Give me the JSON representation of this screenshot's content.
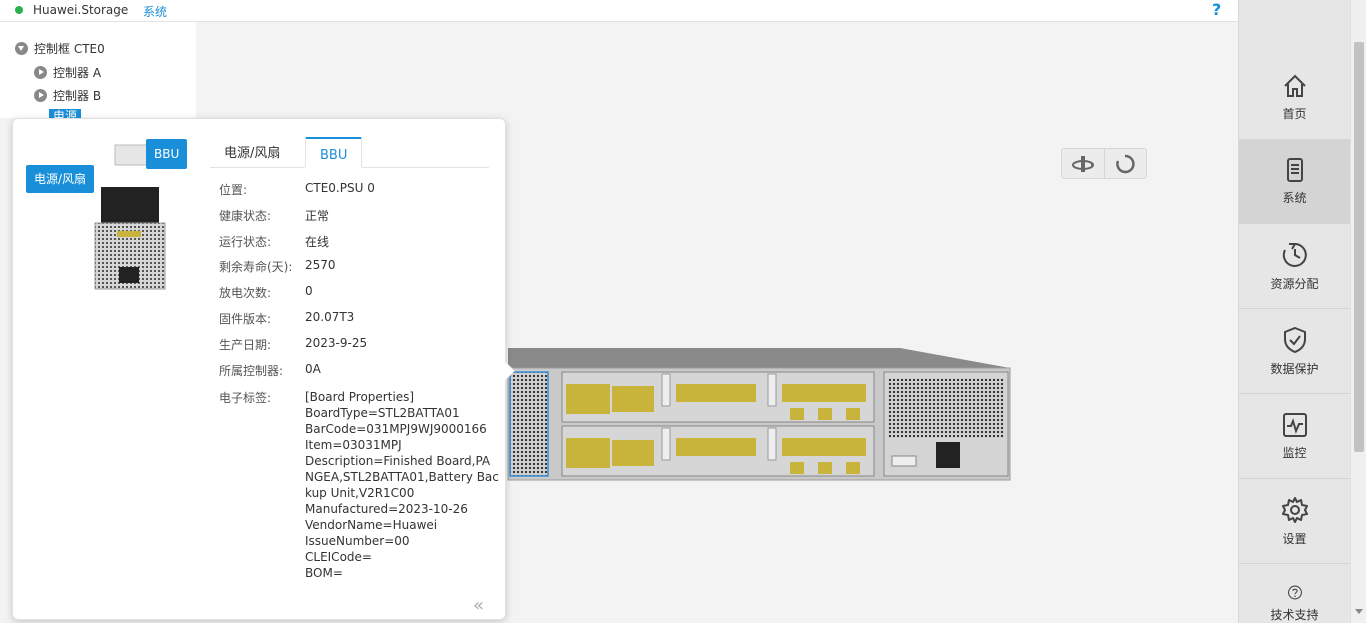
{
  "breadcrumb": {
    "root": "Huawei.Storage",
    "separator": "›",
    "current": "系统"
  },
  "help": {
    "glyph": "?"
  },
  "tree": {
    "root": "控制框 CTE0",
    "children": [
      "控制器 A",
      "控制器 B"
    ],
    "selected": "电源"
  },
  "popup": {
    "callouts": {
      "bbu": "BBU",
      "psu": "电源/风扇"
    },
    "tabs": [
      {
        "label": "电源/风扇",
        "active": false
      },
      {
        "label": "BBU",
        "active": true
      }
    ],
    "properties": [
      {
        "key": "位置:",
        "value": "CTE0.PSU 0"
      },
      {
        "key": "健康状态:",
        "value": "正常"
      },
      {
        "key": "运行状态:",
        "value": "在线"
      },
      {
        "key": "剩余寿命(天):",
        "value": "2570"
      },
      {
        "key": "放电次数:",
        "value": "0"
      },
      {
        "key": "固件版本:",
        "value": "20.07T3"
      },
      {
        "key": "生产日期:",
        "value": "2023-9-25"
      },
      {
        "key": "所属控制器:",
        "value": "0A"
      }
    ],
    "label_key": "电子标签:",
    "label_lines": [
      "[Board Properties]",
      "BoardType=STL2BATTA01",
      "BarCode=031MPJ9WJ9000166",
      "Item=03031MPJ",
      "Description=Finished Board,PA",
      "NGEA,STL2BATTA01,Battery Bac",
      "kup Unit,V2R1C00",
      "Manufactured=2023-10-26",
      "VendorName=Huawei",
      "IssueNumber=00",
      "CLEICode=",
      "BOM="
    ],
    "collapse_glyph": "«"
  },
  "nav": {
    "items": [
      {
        "label": "首页",
        "icon": "home-icon",
        "active": false
      },
      {
        "label": "系统",
        "icon": "system-icon",
        "active": true
      },
      {
        "label": "资源分配",
        "icon": "resource-allocation-icon",
        "active": false
      },
      {
        "label": "数据保护",
        "icon": "data-protection-icon",
        "active": false
      },
      {
        "label": "监控",
        "icon": "monitor-icon",
        "active": false
      },
      {
        "label": "设置",
        "icon": "settings-icon",
        "active": false
      },
      {
        "label": "技术支持",
        "icon": "help-circle-icon",
        "active": false
      }
    ]
  },
  "colors": {
    "accent": "#1a8fd9",
    "status_ok": "#2bb24c"
  }
}
